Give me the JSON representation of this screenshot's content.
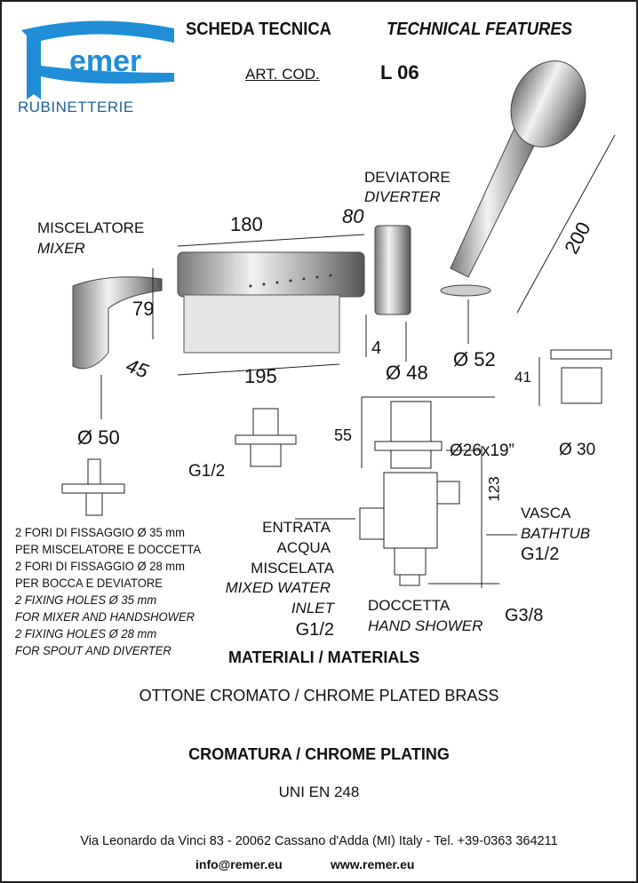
{
  "logo": {
    "brand": "Remer",
    "subtitle": "RUBINETTERIE",
    "color": "#1f8ed6"
  },
  "header": {
    "title_it": "SCHEDA TECNICA",
    "title_en": "TECHNICAL FEATURES",
    "art_label": "ART. COD.",
    "art_code": "L 06"
  },
  "labels": {
    "mixer_it": "MISCELATORE",
    "mixer_en": "MIXER",
    "diverter_it": "DEVIATORE",
    "diverter_en": "DIVERTER",
    "bathtub_it": "VASCA",
    "bathtub_en": "BATHTUB",
    "bathtub_thread": "G1/2",
    "inlet_1": "ENTRATA",
    "inlet_2": "ACQUA",
    "inlet_3": "MISCELATA",
    "inlet_4": "MIXED WATER",
    "inlet_5": "INLET",
    "inlet_thread": "G1/2",
    "shower_it": "DOCCETTA",
    "shower_en": "HAND SHOWER",
    "shower_thread": "G3/8"
  },
  "dimensions": {
    "d180": "180",
    "d80": "80",
    "d200": "200",
    "d79": "79",
    "d45": "45",
    "d195": "195",
    "d4": "4",
    "d48": "Ø 48",
    "d52": "Ø 52",
    "d41": "41",
    "d30": "Ø 30",
    "d50": "Ø 50",
    "d55": "55",
    "d26": "Ø26x19”",
    "g12": "G1/2",
    "d123": "123"
  },
  "notes": [
    "2 FORI DI FISSAGGIO Ø 35 mm",
    "PER MISCELATORE E DOCCETTA",
    "2 FORI DI FISSAGGIO Ø 28 mm",
    "PER BOCCA E DEVIATORE",
    "2 FIXING HOLES Ø 35 mm",
    "FOR MIXER AND HANDSHOWER",
    "2 FIXING HOLES Ø 28 mm",
    "FOR SPOUT AND DIVERTER"
  ],
  "materials": {
    "heading": "MATERIALI / MATERIALS",
    "value": "OTTONE CROMATO / CHROME PLATED BRASS"
  },
  "plating": {
    "heading": "CROMATURA / CHROME PLATING",
    "value": "UNI EN 248"
  },
  "footer": {
    "address": "Via Leonardo da Vinci 83 - 20062 Cassano d'Adda (MI) Italy - Tel. +39-0363 364211",
    "email": "info@remer.eu",
    "web": "www.remer.eu"
  }
}
